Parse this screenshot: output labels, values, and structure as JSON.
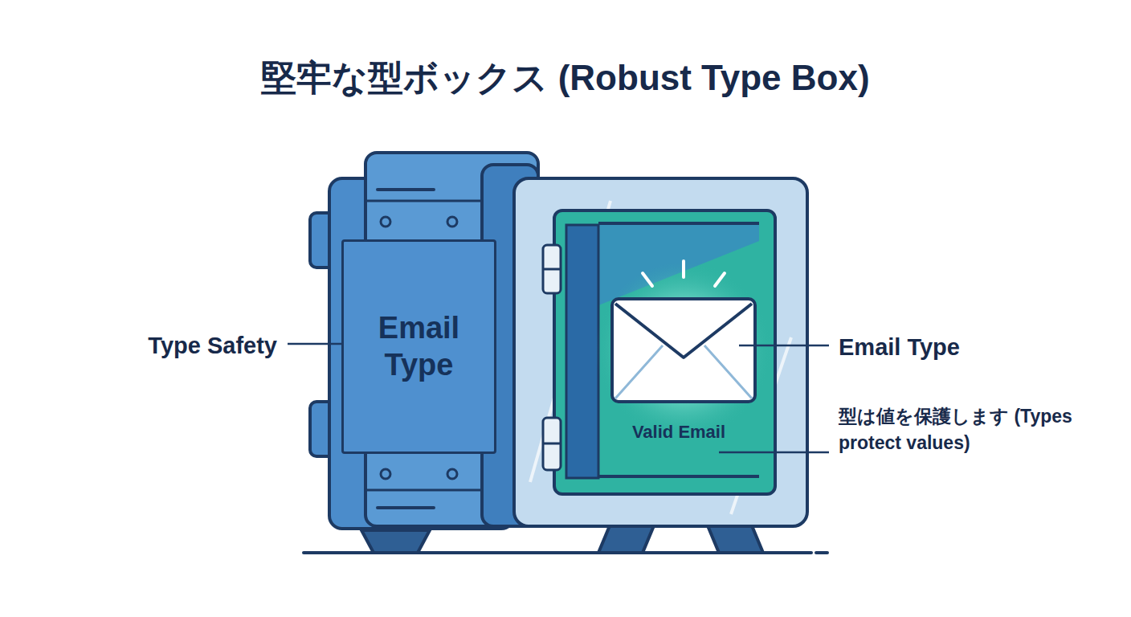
{
  "diagram": {
    "title": "堅牢な型ボックス (Robust Type Box)",
    "nodes": [
      {
        "text": [
          "Email Type"
        ]
      },
      {
        "text": [
          "Valid Email"
        ]
      }
    ],
    "labels": [
      "Type Safety",
      "Email Type",
      "型は値を保護します (Types protect values)"
    ]
  }
}
